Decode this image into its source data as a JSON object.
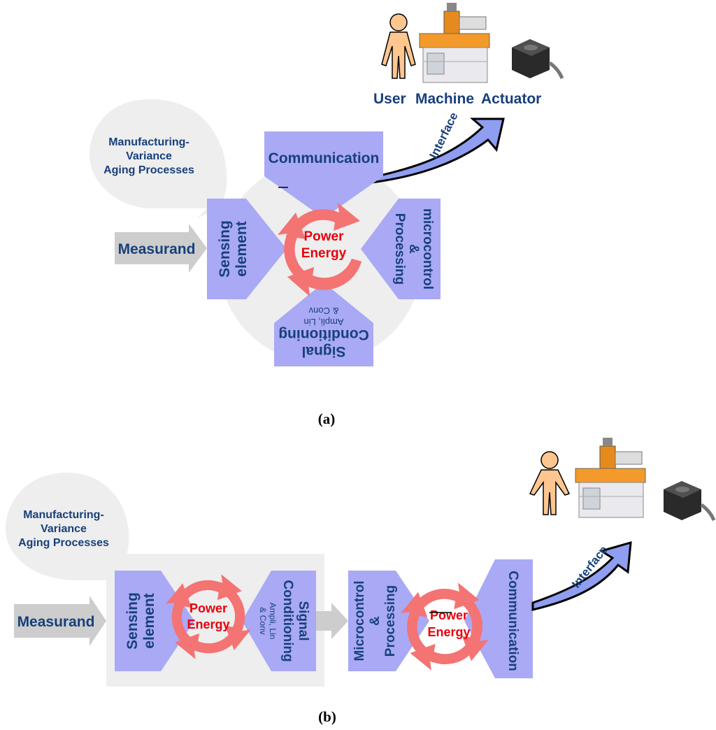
{
  "panel_a": {
    "caption": "(a)",
    "influence_line1": "Manufacturing-",
    "influence_line2": "Variance",
    "influence_line3": "Aging Processes",
    "measurand": "Measurand",
    "communication": "Communication",
    "interface": "Interface",
    "sensing_line1": "Sensing",
    "sensing_line2": "element",
    "micro_line1": "microcontrol",
    "micro_line2": "&",
    "micro_line3": "Processing",
    "signal_line1": "Signal",
    "signal_line2": "Conditioning",
    "signal_sub1": "Ampli, Lin",
    "signal_sub2": "& Conv",
    "power_line1": "Power",
    "power_line2": "Energy",
    "endpoint_user": "User",
    "endpoint_machine": "Machine",
    "endpoint_actuator": "Actuator"
  },
  "panel_b": {
    "caption": "(b)",
    "influence_line1": "Manufacturing-",
    "influence_line2": "Variance",
    "influence_line3": "Aging Processes",
    "measurand": "Measurand",
    "sensing_line1": "Sensing",
    "sensing_line2": "element",
    "signal_line1": "Signal",
    "signal_line2": "Conditioning",
    "signal_sub1": "Ampli, Lin",
    "signal_sub2": "& Conv",
    "power_line1": "Power",
    "power_line2": "Energy",
    "micro_line1": "Microcontrol",
    "micro_line2": "&",
    "micro_line3": "Processing",
    "communication": "Communication",
    "power2_line1": "Power",
    "power2_line2": "Energy",
    "interface": "Interface"
  },
  "colors": {
    "block": "#a9a9f5",
    "arrow_blue": "#8f9ef0",
    "cycle": "#f47373",
    "navy_text": "#17407a",
    "red_text": "#e8000b",
    "bubble": "#eeeeee",
    "grey_arrow": "#cdcdcd"
  }
}
